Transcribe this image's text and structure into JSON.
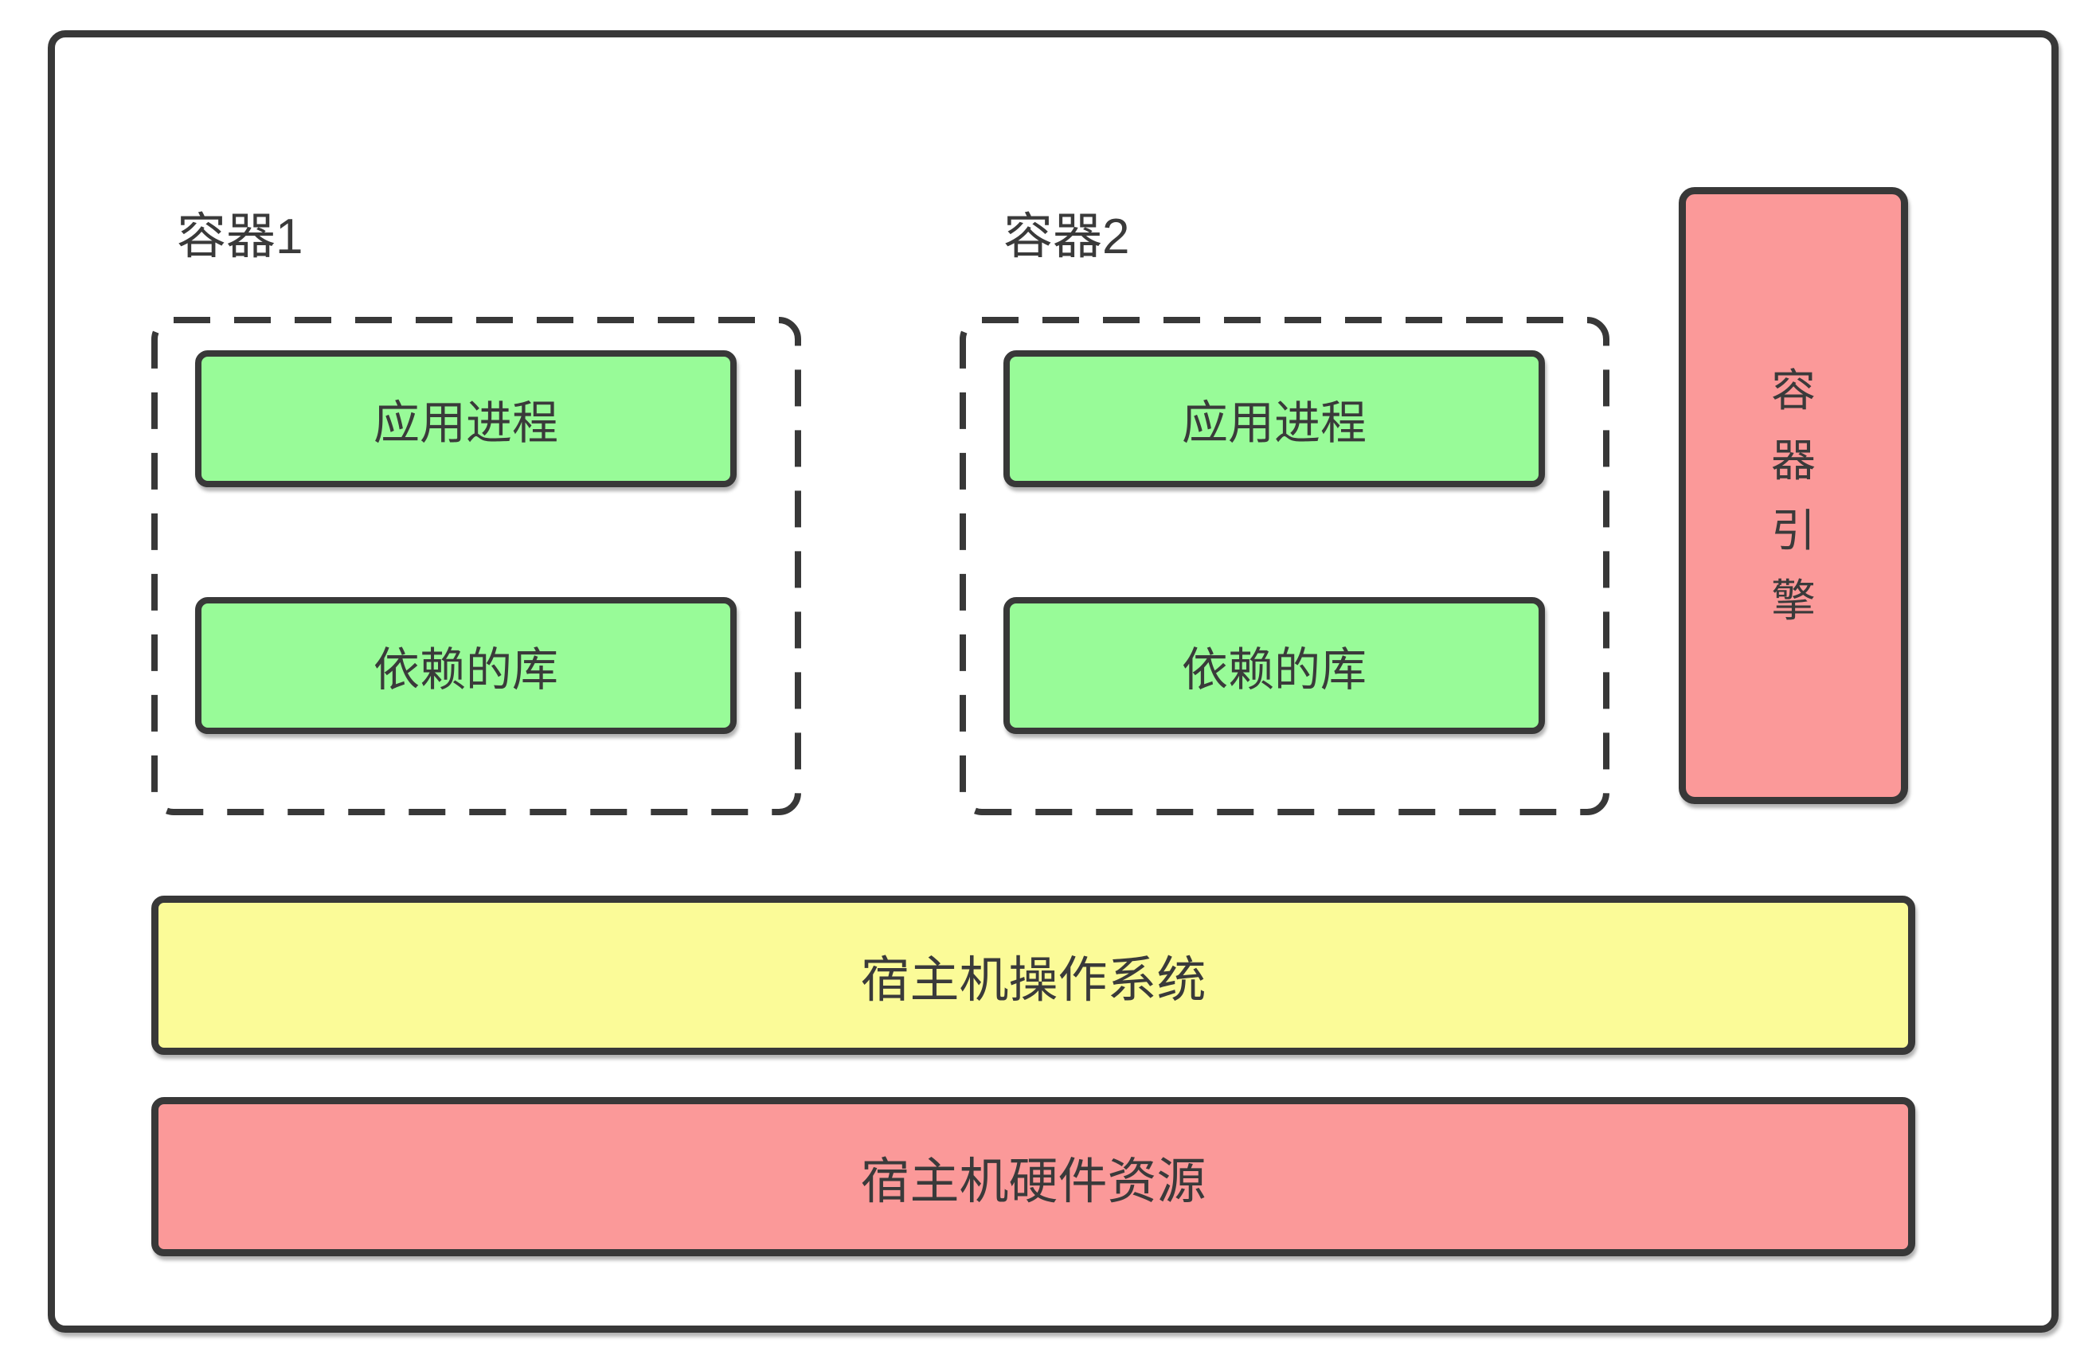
{
  "containers": [
    {
      "label": "容器1",
      "processes": [
        "应用进程",
        "依赖的库"
      ]
    },
    {
      "label": "容器2",
      "processes": [
        "应用进程",
        "依赖的库"
      ]
    }
  ],
  "engine": {
    "label": "容器引擎",
    "chars": [
      "容",
      "器",
      "引",
      "擎"
    ]
  },
  "host_os": {
    "label": "宿主机操作系统"
  },
  "host_hw": {
    "label": "宿主机硬件资源"
  },
  "colors": {
    "green": "#98FB98",
    "yellow": "#FBFB98",
    "pink": "#FB9999",
    "stroke": "#383838"
  }
}
